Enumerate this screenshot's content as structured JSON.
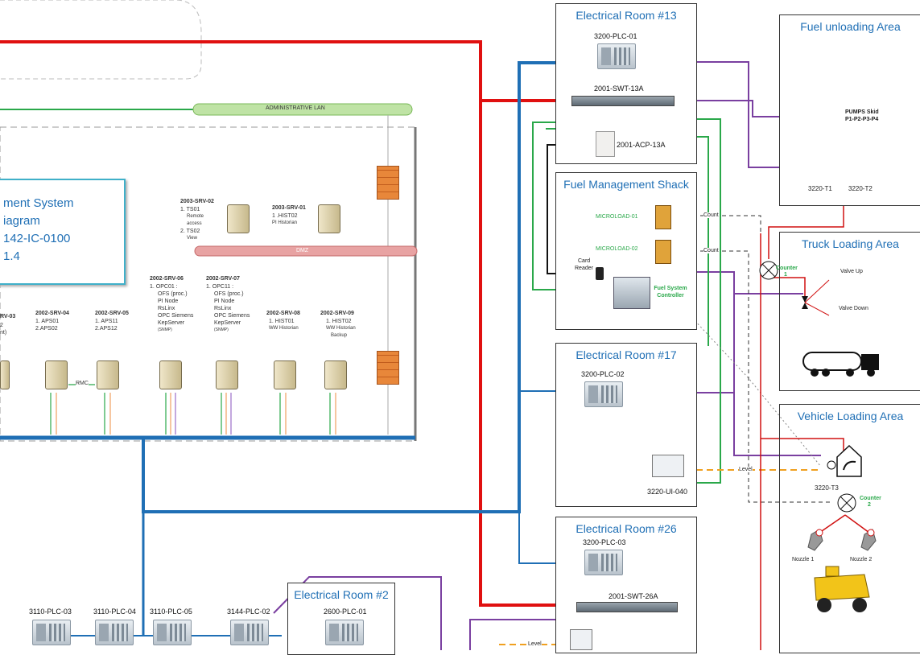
{
  "title_block": {
    "line1": "ment System",
    "line2": "iagram",
    "line3": "142-IC-0100",
    "line4": "1.4"
  },
  "networks": {
    "admin_lan": "ADMINISTRATIVE LAN",
    "dmz": "DMZ",
    "rmc": "RMC"
  },
  "servers": {
    "srv02": {
      "head": "2003-SRV-02",
      "l1": "1. TS01",
      "l2": "Remote",
      "l3": "access",
      "l4": "2. TS02",
      "l5": "View"
    },
    "srv01": {
      "head": "2003-SRV-01",
      "l1": "1 .HIST02",
      "l2": "PI Historian"
    },
    "srv03": {
      "head": "RV-03",
      "l1": "2",
      "l2": "nt)"
    },
    "srv04": {
      "head": "2002-SRV-04",
      "l1": "1. APS01",
      "l2": "2.APS02"
    },
    "srv05": {
      "head": "2002-SRV-05",
      "l1": "1. APS11",
      "l2": "2.APS12"
    },
    "srv06": {
      "head": "2002-SRV-06",
      "l1": "1. OPC01 :",
      "l2": "OFS (proc.)",
      "l3": "PI Node",
      "l4": "RsLinx",
      "l5": "OPC Siemens",
      "l6": "KepServer",
      "l7": "(SNMP)"
    },
    "srv07": {
      "head": "2002-SRV-07",
      "l1": "1. OPC11 :",
      "l2": "OFS (proc.)",
      "l3": "PI Node",
      "l4": "RsLinx",
      "l5": "OPC Siemens",
      "l6": "KepServer",
      "l7": "(SNMP)"
    },
    "srv08": {
      "head": "2002-SRV-08",
      "l1": "1. HIST01",
      "l2": "WW Historian"
    },
    "srv09": {
      "head": "2002-SRV-09",
      "l1": "1. HIST02",
      "l2": "WW Historian",
      "l3": "Backup"
    }
  },
  "rooms": {
    "er13": {
      "title": "Electrical Room #13",
      "plc": "3200-PLC-01",
      "switch": "2001-SWT-13A",
      "acp": "2001-ACP-13A"
    },
    "fms": {
      "title": "Fuel Management Shack",
      "ml1": "MICROLOAD-01",
      "ml2": "MICROLOAD-02",
      "card1": "Card",
      "card2": "Reader",
      "fsc": "Fuel System Controller"
    },
    "er17": {
      "title": "Electrical Room #17",
      "plc": "3200-PLC-02",
      "ui": "3220-UI-040"
    },
    "er26": {
      "title": "Electrical Room #26",
      "plc": "3200-PLC-03",
      "switch": "2001-SWT-26A"
    },
    "er2": {
      "title": "Electrical Room #2",
      "plc": "2600-PLC-01"
    }
  },
  "areas": {
    "fuel_unloading": {
      "title": "Fuel unloading Area",
      "pumps1": "PUMPS Skid",
      "pumps2": "P1-P2-P3-P4",
      "t1": "3220-T1",
      "t2": "3220-T2"
    },
    "truck_loading": {
      "title": "Truck Loading Area",
      "valve_up": "Valve Up",
      "valve_down": "Valve Down"
    },
    "vehicle_loading": {
      "title": "Vehicle Loading Area",
      "tank": "3220-T3",
      "nozzle1": "Nozzle 1",
      "nozzle2": "Nozzle 2"
    }
  },
  "signals": {
    "count": "Count",
    "counter1a": "Counter",
    "counter1b": "1",
    "counter2a": "Counter",
    "counter2b": "2",
    "level": "Level"
  },
  "bottom_plcs": {
    "p3": "3110-PLC-03",
    "p4": "3110-PLC-04",
    "p5": "3110-PLC-05",
    "p2": "3144-PLC-02"
  },
  "colors": {
    "red": "#e01010",
    "blue": "#1f6fb5",
    "purple": "#7a3fa0",
    "green": "#2aa84a",
    "orange": "#f0a020"
  }
}
